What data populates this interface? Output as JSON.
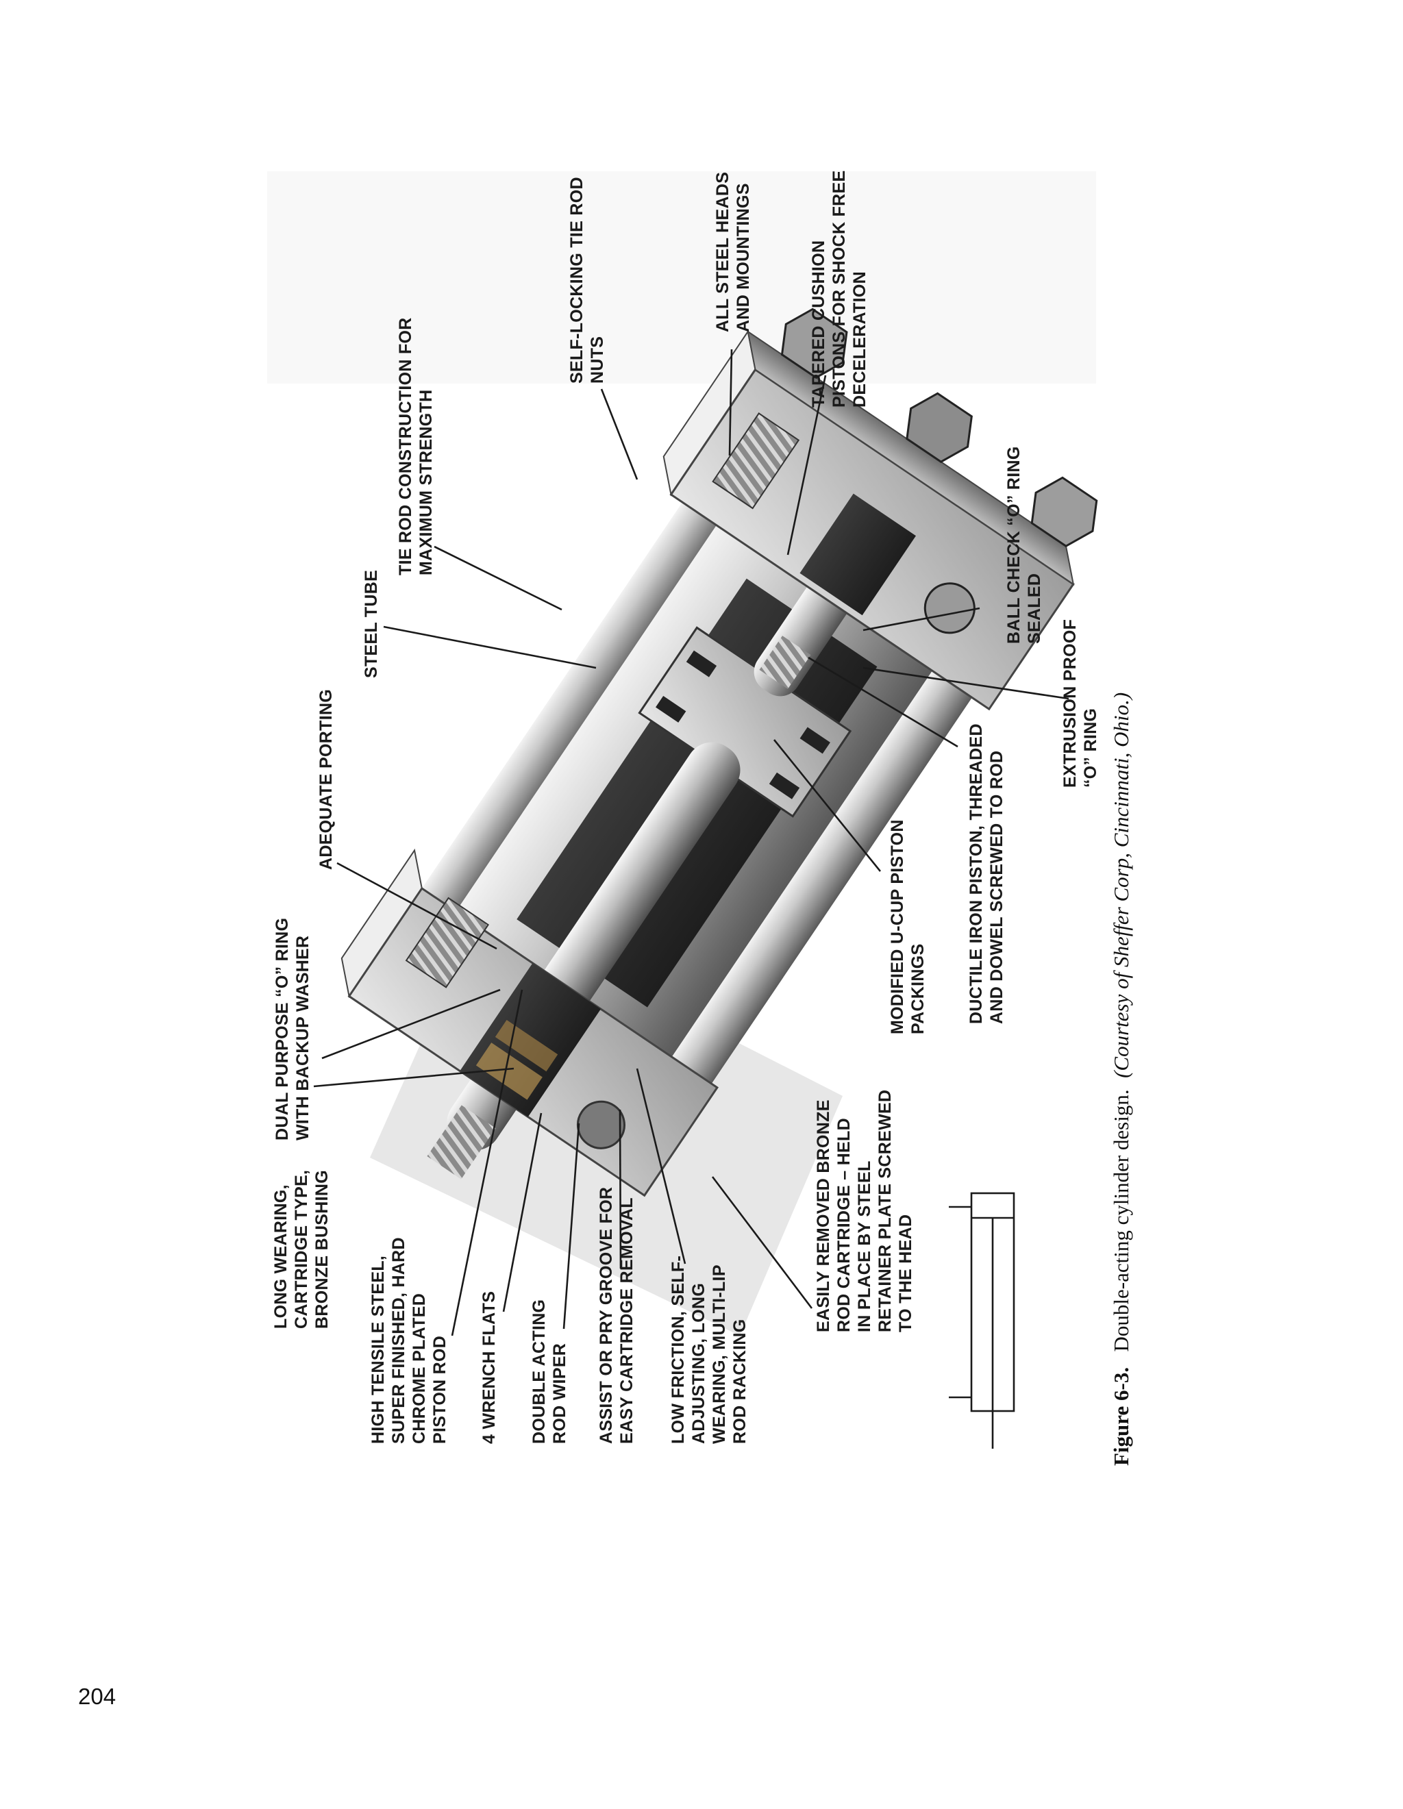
{
  "page_number": "204",
  "caption": {
    "label": "Figure 6-3.",
    "text": "Double-acting cylinder design.",
    "credit": "(Courtesy of Sheffer Corp, Cincinnati, Ohio.)"
  },
  "callouts": [
    {
      "id": "self-locking-nuts",
      "lines": [
        "SELF-LOCKING TIE ROD",
        "NUTS"
      ]
    },
    {
      "id": "steel-heads",
      "lines": [
        "ALL STEEL HEADS",
        "AND MOUNTINGS"
      ]
    },
    {
      "id": "tapered-cushion",
      "lines": [
        "TAPERED CUSHION",
        "PISTONS FOR SHOCK FREE",
        "DECELERATION"
      ]
    },
    {
      "id": "tie-rod-construction",
      "lines": [
        "TIE ROD CONSTRUCTION FOR",
        "MAXIMUM STRENGTH"
      ]
    },
    {
      "id": "steel-tube",
      "lines": [
        "STEEL TUBE"
      ]
    },
    {
      "id": "adequate-porting",
      "lines": [
        "ADEQUATE PORTING"
      ]
    },
    {
      "id": "dual-purpose-o-ring",
      "lines": [
        "DUAL PURPOSE “O” RING",
        "WITH BACKUP WASHER"
      ]
    },
    {
      "id": "bronze-bushing",
      "lines": [
        "LONG WEARING,",
        "CARTRIDGE TYPE,",
        "BRONZE BUSHING"
      ]
    },
    {
      "id": "piston-rod",
      "lines": [
        "HIGH TENSILE STEEL,",
        "SUPER FINISHED, HARD",
        "CHROME PLATED",
        "PISTON ROD"
      ]
    },
    {
      "id": "wrench-flats",
      "lines": [
        "4 WRENCH FLATS"
      ]
    },
    {
      "id": "rod-wiper",
      "lines": [
        "DOUBLE ACTING",
        "ROD WIPER"
      ]
    },
    {
      "id": "pry-groove",
      "lines": [
        "ASSIST OR PRY GROOVE FOR",
        "EASY CARTRIDGE REMOVAL"
      ]
    },
    {
      "id": "rod-racking",
      "lines": [
        "LOW FRICTION, SELF-",
        "ADJUSTING, LONG",
        "WEARING, MULTI-LIP",
        "ROD RACKING"
      ]
    },
    {
      "id": "bronze-cartridge",
      "lines": [
        "EASILY REMOVED BRONZE",
        "ROD CARTRIDGE – HELD",
        "IN PLACE BY STEEL",
        "RETAINER PLATE SCREWED",
        "TO THE HEAD"
      ]
    },
    {
      "id": "u-cup-packings",
      "lines": [
        "MODIFIED U-CUP PISTON",
        "PACKINGS"
      ]
    },
    {
      "id": "ductile-iron-piston",
      "lines": [
        "DUCTILE IRON PISTON, THREADED",
        "AND DOWEL SCREWED TO ROD"
      ]
    },
    {
      "id": "ball-check",
      "lines": [
        "BALL CHECK “O” RING",
        "SEALED"
      ]
    },
    {
      "id": "extrusion-proof",
      "lines": [
        "EXTRUSION PROOF",
        "“O” RING"
      ]
    }
  ],
  "colors": {
    "metal_light": "#dcdcdc",
    "metal_mid": "#a9a9a9",
    "metal_dark": "#5e5e5e",
    "ink": "#1a1a1a"
  }
}
